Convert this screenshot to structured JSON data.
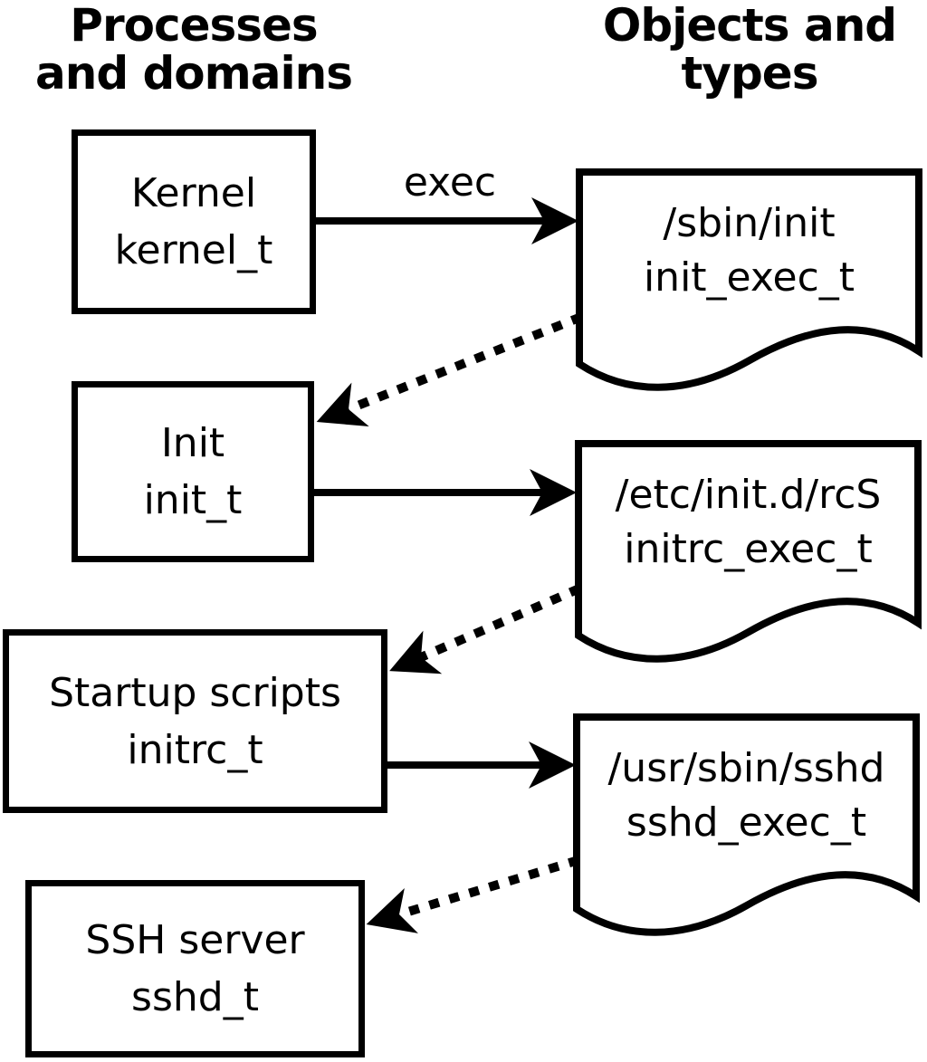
{
  "headings": {
    "processes": {
      "line1": "Processes",
      "line2": "and domains"
    },
    "objects": {
      "line1": "Objects and",
      "line2": "types"
    }
  },
  "labels": {
    "exec": "exec"
  },
  "processes": [
    {
      "title": "Kernel",
      "type": "kernel_t"
    },
    {
      "title": "Init",
      "type": "init_t"
    },
    {
      "title": "Startup scripts",
      "type": "initrc_t"
    },
    {
      "title": "SSH server",
      "type": "sshd_t"
    }
  ],
  "objects": [
    {
      "path": "/sbin/init",
      "type": "init_exec_t"
    },
    {
      "path": "/etc/init.d/rcS",
      "type": "initrc_exec_t"
    },
    {
      "path": "/usr/sbin/sshd",
      "type": "sshd_exec_t"
    }
  ],
  "edges": [
    {
      "from": "Kernel (kernel_t)",
      "to": "/sbin/init (init_exec_t)",
      "style": "solid",
      "label": "exec"
    },
    {
      "from": "/sbin/init (init_exec_t)",
      "to": "Init (init_t)",
      "style": "dotted",
      "label": ""
    },
    {
      "from": "Init (init_t)",
      "to": "/etc/init.d/rcS (initrc_exec_t)",
      "style": "solid",
      "label": ""
    },
    {
      "from": "/etc/init.d/rcS (initrc_exec_t)",
      "to": "Startup scripts (initrc_t)",
      "style": "dotted",
      "label": ""
    },
    {
      "from": "Startup scripts (initrc_t)",
      "to": "/usr/sbin/sshd (sshd_exec_t)",
      "style": "solid",
      "label": ""
    },
    {
      "from": "/usr/sbin/sshd (sshd_exec_t)",
      "to": "SSH server (sshd_t)",
      "style": "dotted",
      "label": ""
    }
  ],
  "colors": {
    "foreground": "#000000",
    "background": "#ffffff"
  }
}
